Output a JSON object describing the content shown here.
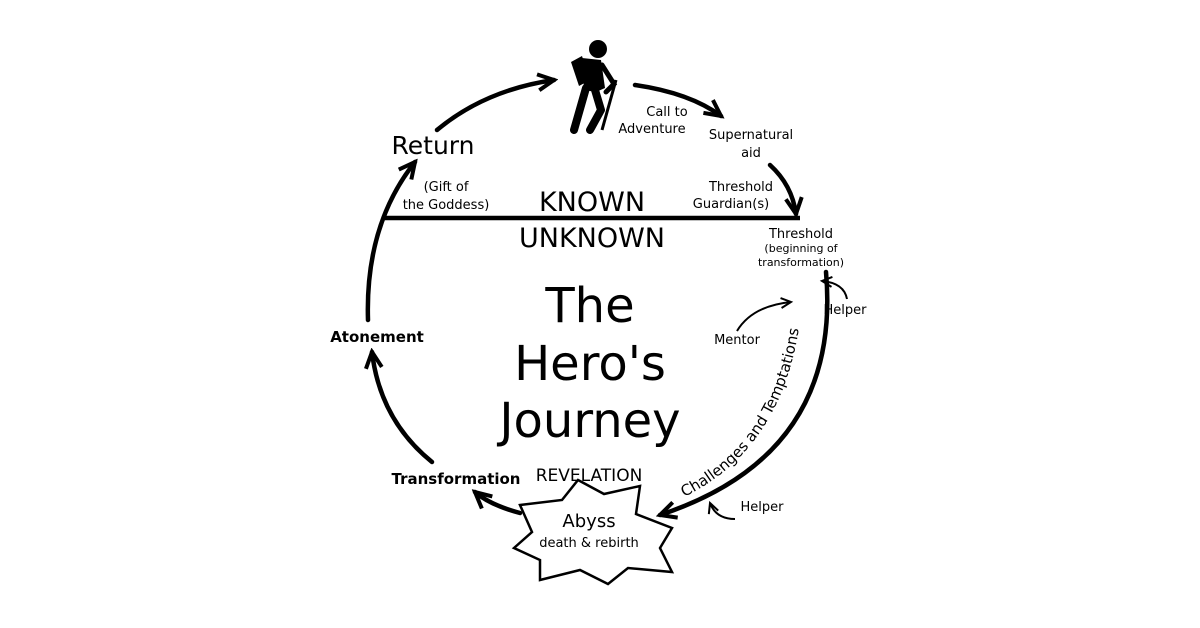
{
  "title": {
    "line1": "The",
    "line2": "Hero's",
    "line3": "Journey"
  },
  "divider": {
    "known": "KNOWN",
    "unknown": "UNKNOWN"
  },
  "stages": {
    "return": "Return",
    "gift_line1": "(Gift of",
    "gift_line2": "the Goddess)",
    "call_line1": "Call to",
    "call_line2": "Adventure",
    "supernatural_line1": "Supernatural",
    "supernatural_line2": "aid",
    "guardian_line1": "Threshold",
    "guardian_line2": "Guardian(s)",
    "threshold": "Threshold",
    "threshold_sub1": "(beginning of",
    "threshold_sub2": "transformation)",
    "helper_top": "Helper",
    "mentor": "Mentor",
    "challenges": "Challenges and Temptations",
    "helper_bottom": "Helper",
    "revelation": "REVELATION",
    "abyss": "Abyss",
    "death_rebirth": "death & rebirth",
    "transformation": "Transformation",
    "atonement": "Atonement"
  },
  "icons": {
    "hero": "hiker-icon"
  }
}
